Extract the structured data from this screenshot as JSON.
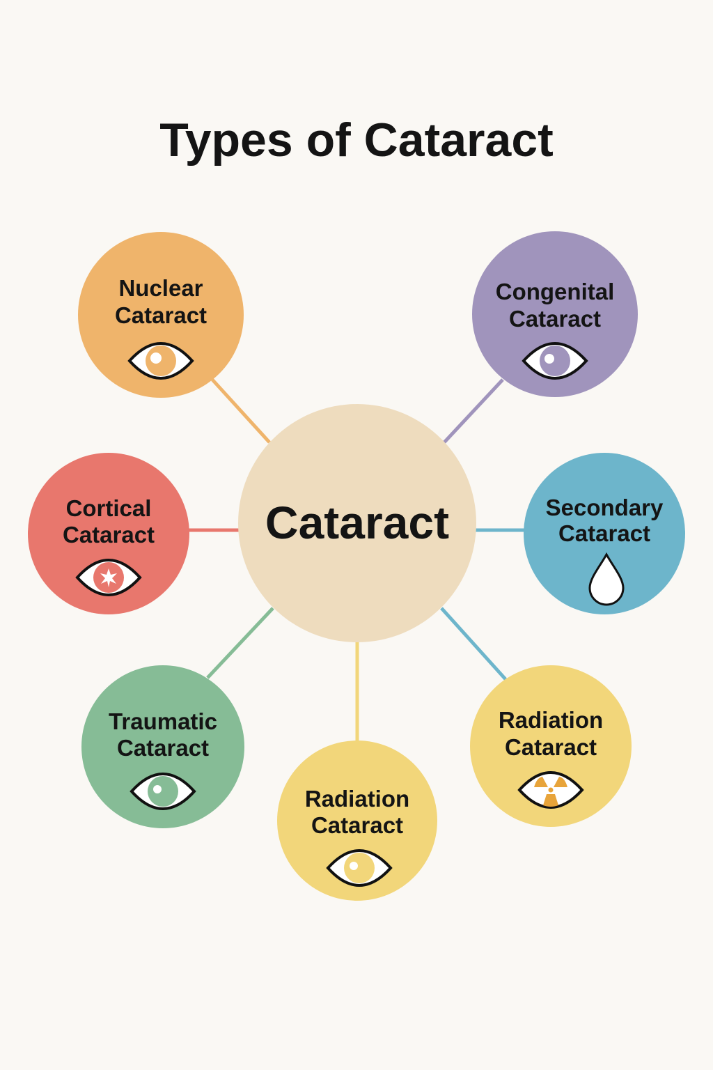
{
  "title": "Types of Cataract",
  "center": {
    "label": "Cataract",
    "color": "#eedcbe"
  },
  "nodes": [
    {
      "line1": "Nuclear",
      "line2": "Cataract",
      "color": "#efb46b",
      "icon": "eye-icon"
    },
    {
      "line1": "Congenital",
      "line2": "Cataract",
      "color": "#a094bc",
      "icon": "eye-icon"
    },
    {
      "line1": "Cortical",
      "line2": "Cataract",
      "color": "#e8776d",
      "icon": "eye-star-icon"
    },
    {
      "line1": "Secondary",
      "line2": "Cataract",
      "color": "#6db5cb",
      "icon": "droplet-icon"
    },
    {
      "line1": "Traumatic",
      "line2": "Cataract",
      "color": "#86bc96",
      "icon": "eye-icon"
    },
    {
      "line1": "Radiation",
      "line2": "Cataract",
      "color": "#f2d67a",
      "icon": "eye-icon"
    },
    {
      "line1": "Radiation",
      "line2": "Cataract",
      "color": "#f2d67a",
      "icon": "radiation-eye-icon"
    }
  ]
}
